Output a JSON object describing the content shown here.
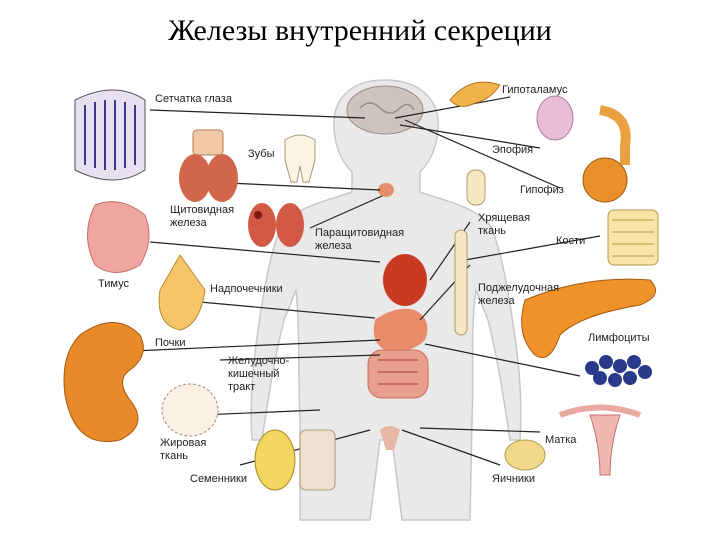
{
  "title": "Железы внутренний секреции",
  "labels": {
    "retina": "Сетчатка глаза",
    "teeth": "Зубы",
    "thyroid": [
      "Щитовидная",
      "железа"
    ],
    "parathyroid": [
      "Паращитовидная",
      "железа"
    ],
    "thymus": "Тимус",
    "adrenal": "Надпочечники",
    "kidneys": "Почки",
    "gi_tract": [
      "Желудочно-",
      "кишечный",
      "тракт"
    ],
    "fat": [
      "Жировая",
      "ткань"
    ],
    "testes": "Семенники",
    "hypothalamus": "Гипоталамус",
    "epiphysis": "Эпофия",
    "pituitary": "Гипофиз",
    "cartilage": [
      "Хрящевая",
      "ткань"
    ],
    "bones": "Кости",
    "pancreas": [
      "Поджелудочная",
      "железа"
    ],
    "lymphocytes": "Лимфоциты",
    "uterus": "Матка",
    "ovaries": "Яичники"
  }
}
